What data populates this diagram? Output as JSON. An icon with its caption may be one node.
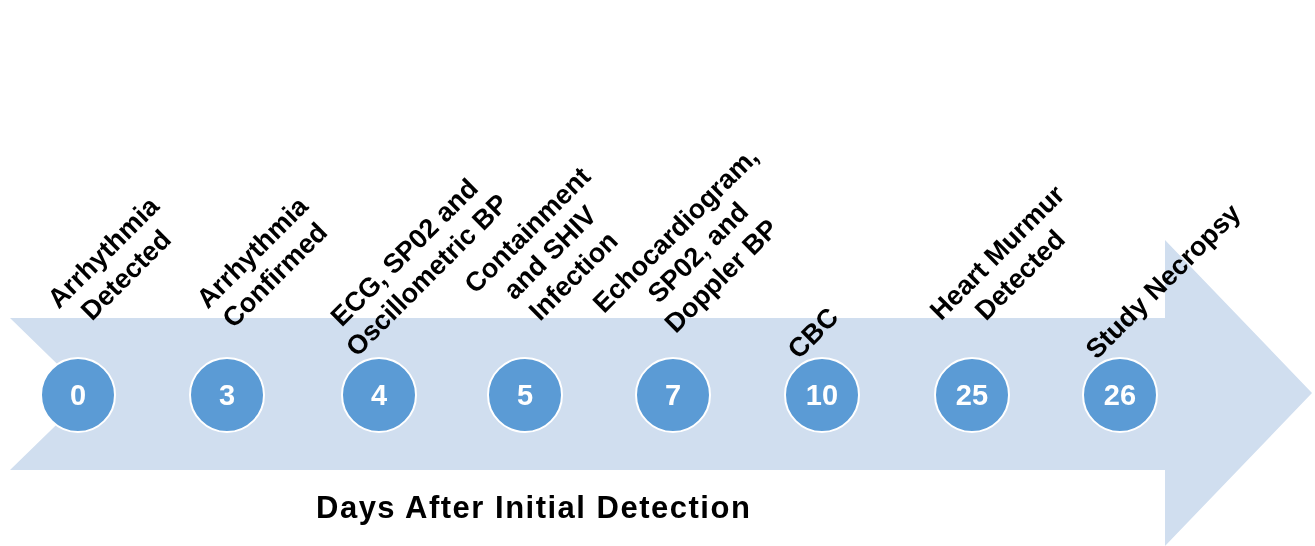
{
  "diagram": {
    "nodes": [
      {
        "text": [
          "Days After Initial Detection"
        ]
      },
      {
        "text": [
          "0"
        ],
        "in": 0,
        "beside": [
          "Arrhythmia Detected"
        ]
      },
      {
        "text": [
          "3"
        ],
        "in": 0,
        "beside": [
          "Arrhythmia Confirmed"
        ]
      },
      {
        "text": [
          "4"
        ],
        "in": 0,
        "beside": [
          "ECG, SP02 and Oscillometric BP"
        ]
      },
      {
        "text": [
          "5"
        ],
        "in": 0,
        "beside": [
          "Containment and SHIV Infection"
        ]
      },
      {
        "text": [
          "7"
        ],
        "in": 0,
        "beside": [
          "Echocardiogram, SP02, and Doppler BP"
        ]
      },
      {
        "text": [
          "10"
        ],
        "in": 0,
        "beside": [
          "CBC"
        ]
      },
      {
        "text": [
          "25"
        ],
        "in": 0,
        "beside": [
          "Heart Murmur Detected"
        ]
      },
      {
        "text": [
          "26"
        ],
        "in": 0,
        "beside": [
          "Study Necropsy"
        ]
      }
    ]
  }
}
